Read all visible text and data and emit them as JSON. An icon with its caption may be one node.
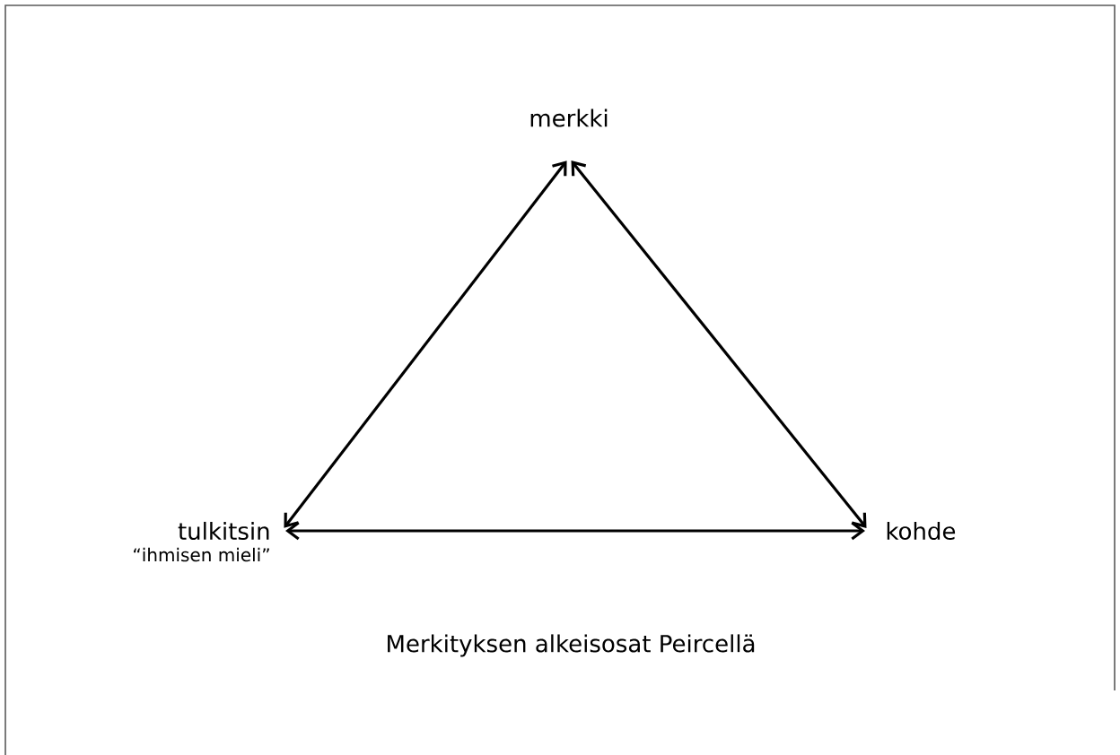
{
  "diagram": {
    "caption": "Merkityksen alkeisosat Peircellä",
    "nodes": [
      {
        "text": [
          "merkki"
        ]
      },
      {
        "text": [
          "kohde"
        ]
      },
      {
        "text": [
          "tulkitsin"
        ],
        "beside": [
          "“ihmisen mieli”"
        ]
      }
    ],
    "edges": [
      {
        "from": 0,
        "to": 1,
        "arrow": "both"
      },
      {
        "from": 2,
        "to": 0,
        "arrow": "both"
      },
      {
        "from": 2,
        "to": 1,
        "arrow": "both"
      }
    ]
  }
}
